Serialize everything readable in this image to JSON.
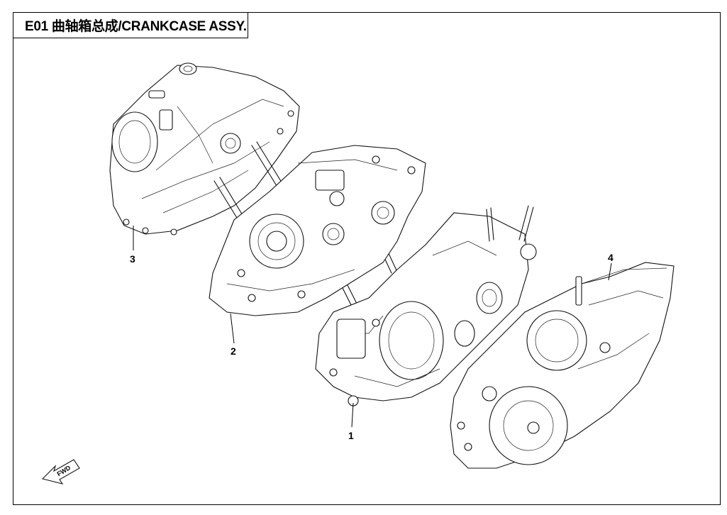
{
  "header": {
    "title": "E01 曲轴箱总成/CRANKCASE ASSY."
  },
  "callouts": [
    {
      "id": "1"
    },
    {
      "id": "2"
    },
    {
      "id": "3"
    },
    {
      "id": "4"
    }
  ],
  "fwd_marker": {
    "label": "FWD"
  }
}
